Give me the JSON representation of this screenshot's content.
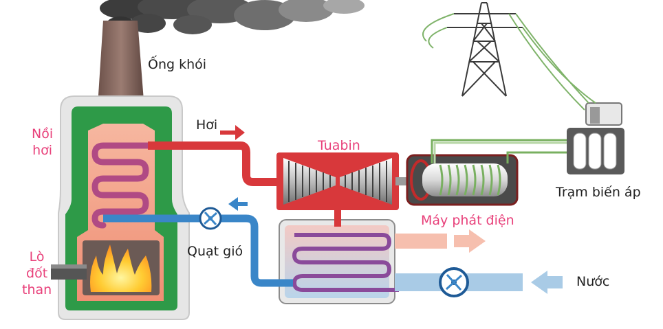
{
  "labels": {
    "chimney": "Ống khói",
    "steam": "Hơi",
    "boiler": [
      "Nồi",
      "hơi"
    ],
    "turbine": "Tuabin",
    "generator": "Máy phát điện",
    "substation": "Trạm biến áp",
    "fan": "Quạt gió",
    "furnace": [
      "Lò",
      "đốt",
      "than"
    ],
    "water": "Nước"
  },
  "colors": {
    "label_dark": "#222222",
    "label_pink": "#e8407a",
    "steam_pipe": "#d8383b",
    "cool_pipe": "#3a86c8",
    "boiler_outer": "#e6e6e6",
    "boiler_green": "#2e9a48",
    "boiler_inner": "#f4a48a",
    "smoke": "#3c3c3c",
    "generator_wire": "#79b060",
    "warm_water": "#f6bfae",
    "cold_water": "#a9cbe6"
  }
}
